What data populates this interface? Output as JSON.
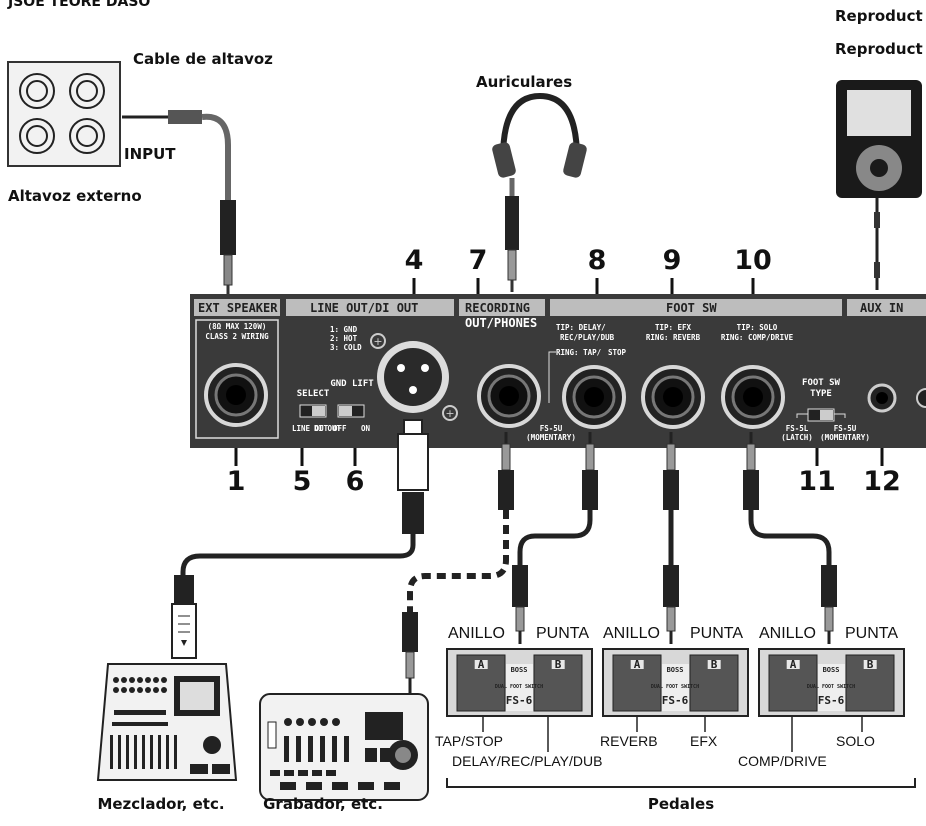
{
  "header": {
    "partial_title": "JSOE TEORE DASO"
  },
  "devices": {
    "external_speaker": {
      "label": "Altavoz externo",
      "input_label": "INPUT"
    },
    "speaker_cable": {
      "label": "Cable de altavoz"
    },
    "headphones": {
      "label": "Auriculares"
    },
    "player": {
      "label_1": "Reproduct",
      "label_2": "Reproduct"
    },
    "mixer": {
      "label": "Mezclador, etc."
    },
    "recorder": {
      "label": "Grabador, etc."
    },
    "pedals": {
      "label": "Pedales"
    }
  },
  "panel": {
    "sections": {
      "ext_speaker": "EXT SPEAKER",
      "line_out": "LINE OUT/DI OUT",
      "recording_1": "RECORDING",
      "recording_2": "OUT/PHONES",
      "foot_sw": "FOOT SW",
      "aux_in": "AUX IN"
    },
    "ext_speaker_spec_1": "(8Ω MAX 120W)",
    "ext_speaker_spec_2": "CLASS 2 WIRING",
    "xlr_pins": [
      "1: GND",
      "2: HOT",
      "3: COLD"
    ],
    "select_label": "SELECT",
    "select_left": "LINE OUT",
    "select_right": "DI OUT",
    "gnd_lift_label": "GND LIFT",
    "gnd_off": "OFF",
    "gnd_on": "ON",
    "foot_sw_1_tip": "TIP: DELAY/",
    "foot_sw_1_tip_2": "REC/PLAY/DUB",
    "foot_sw_1_ring": "RING: TAP/",
    "foot_sw_1_ring_2": "STOP",
    "foot_sw_2_tip": "TIP: EFX",
    "foot_sw_2_ring": "RING: REVERB",
    "foot_sw_3_tip": "TIP: SOLO",
    "foot_sw_3_ring": "RING: COMP/DRIVE",
    "fs5u_note": "FS-5U",
    "fs5u_note_2": "(MOMENTARY)",
    "foot_sw_type": "FOOT SW",
    "foot_sw_type_2": "TYPE",
    "fs5l": "FS-5L",
    "fs5l_2": "(LATCH)",
    "fs5u": "FS-5U",
    "fs5u_2": "(MOMENTARY)"
  },
  "callouts": [
    "1",
    "4",
    "5",
    "6",
    "7",
    "8",
    "9",
    "10",
    "11",
    "12"
  ],
  "pedal_units": [
    {
      "ring": "ANILLO",
      "tip": "PUNTA",
      "brand": "BOSS",
      "model": "FS-6",
      "sub": "DUAL FOOT SWITCH",
      "a_func": "TAP/STOP",
      "b_func": "DELAY/REC/PLAY/DUB"
    },
    {
      "ring": "ANILLO",
      "tip": "PUNTA",
      "brand": "BOSS",
      "model": "FS-6",
      "sub": "DUAL FOOT SWITCH",
      "a_func": "REVERB",
      "b_func": "EFX"
    },
    {
      "ring": "ANILLO",
      "tip": "PUNTA",
      "brand": "BOSS",
      "model": "FS-6",
      "sub": "DUAL FOOT SWITCH",
      "a_func": "COMP/DRIVE",
      "b_func": "SOLO"
    }
  ],
  "pedal_buttons": {
    "a": "A",
    "b": "B"
  }
}
